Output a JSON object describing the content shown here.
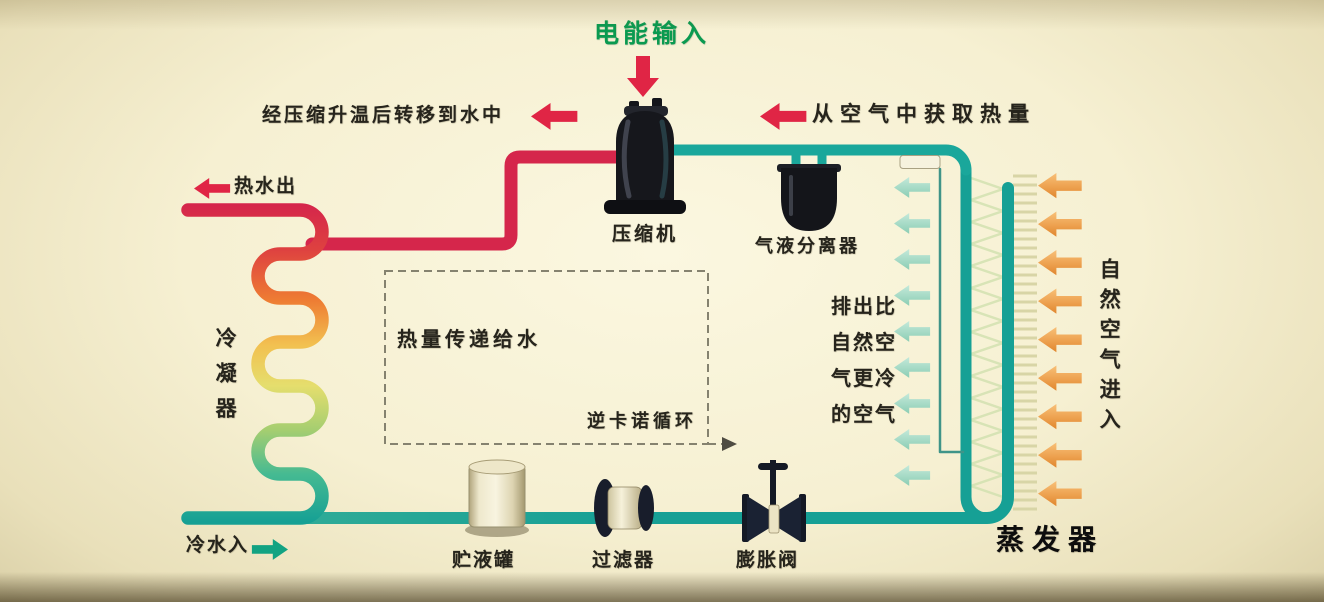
{
  "title": {
    "power_input": "电能输入"
  },
  "labels": {
    "compressed_note": "经压缩升温后转移到水中",
    "heat_from_air": "从空气中获取热量",
    "hot_water_out": "热水出",
    "cold_water_in": "冷水入",
    "compressor": "压缩机",
    "separator": "气液分离器",
    "condenser": "冷凝器",
    "heat_to_water": "热量传递给水",
    "reverse_carnot": "逆卡诺循环",
    "cold_air_out": [
      "排出比",
      "自然空",
      "气更冷",
      "的空气"
    ],
    "natural_air_in": "自然空气进入",
    "evaporator": "蒸发器",
    "receiver": "贮液罐",
    "filter": "过滤器",
    "expansion_valve": "膨胀阀"
  },
  "colors": {
    "arrow_red": "#e02545",
    "title_green": "#0a9a50",
    "pipe_teal": "#17a095",
    "pipe_hot": "#d5264b",
    "air_in_orange": "#eda14f",
    "air_out_mint": "#9dd8c3"
  },
  "flow": {
    "natural_air_arrow_count": 9,
    "cold_air_arrow_count": 9
  }
}
